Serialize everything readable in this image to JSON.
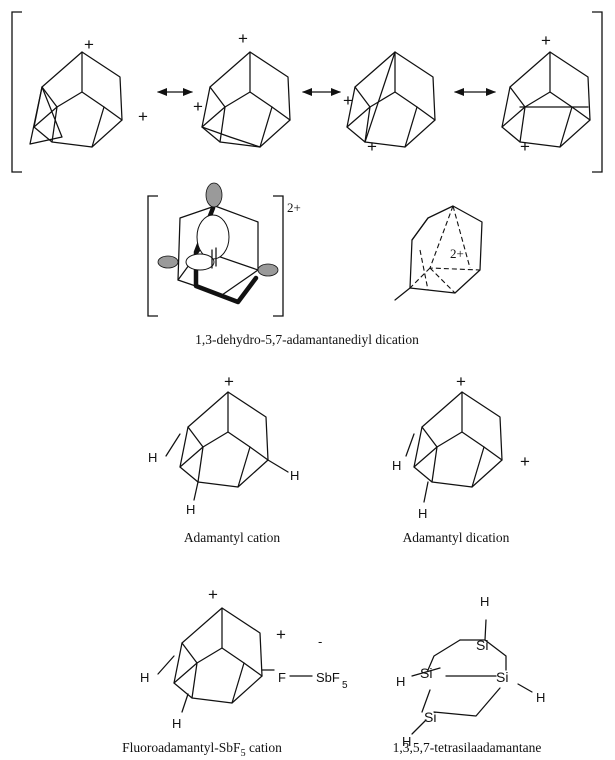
{
  "labels": {
    "plus": "+",
    "minus": "-",
    "charge_2plus": "2+",
    "h": "H",
    "f": "F",
    "si": "Si",
    "sbf": "SbF",
    "sub5": "5"
  },
  "captions": {
    "dication_name": "1,3-dehydro-5,7-adamantanediyl dication",
    "adamantyl_cation": "Adamantyl cation",
    "adamantyl_dication": "Adamantyl dication",
    "fluoro_cation_main": "Fluoroadamantyl-SbF",
    "fluoro_cation_sub": "5",
    "fluoro_cation_tail": " cation",
    "tetrasila": "1,3,5,7-tetrasilaadamantane"
  }
}
